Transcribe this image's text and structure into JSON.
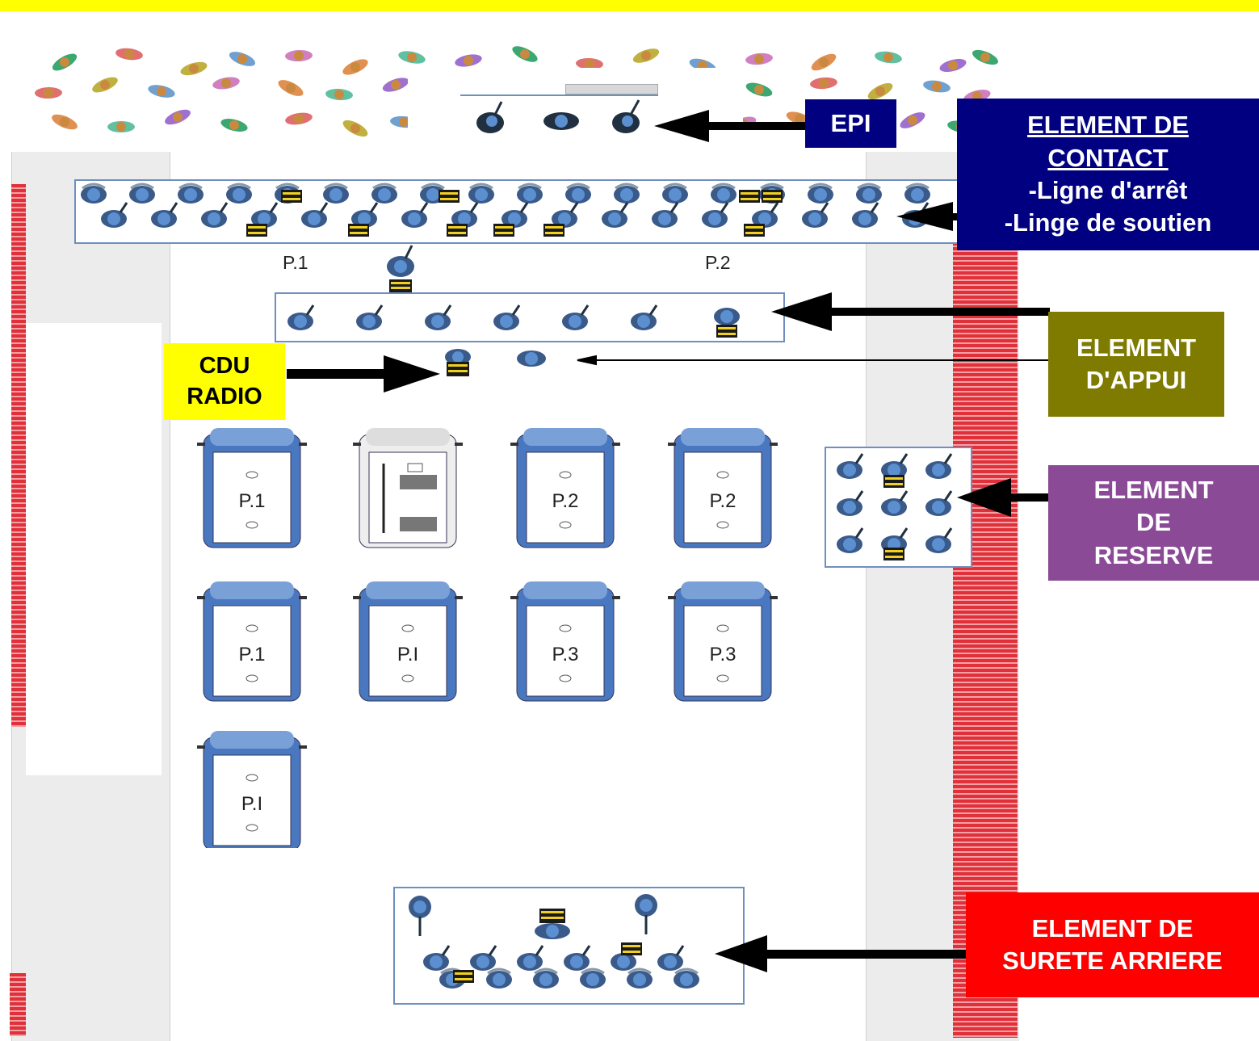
{
  "colors": {
    "top_bar": "#ffff00",
    "barrier": "#e0303a",
    "vehicle_blue": "#4a78c0",
    "navy": "#000080",
    "olive": "#7f7a00",
    "purple": "#8a4a96",
    "red": "#ff0000",
    "yellow": "#ffff00"
  },
  "labels": {
    "epi": "EPI",
    "contact": {
      "title_line1": "ELEMENT DE",
      "title_line2": "CONTACT",
      "line3": "-Ligne d'arrêt",
      "line4": "-Linge de soutien"
    },
    "appui": {
      "line1": "ELEMENT",
      "line2": "D'APPUI"
    },
    "cdu": {
      "line1": "CDU",
      "line2": "RADIO"
    },
    "reserve": {
      "line1": "ELEMENT",
      "line2": "DE",
      "line3": "RESERVE"
    },
    "surete": {
      "line1": "ELEMENT DE",
      "line2": "SURETE ARRIERE"
    }
  },
  "platoon_labels": {
    "left": "P.1",
    "right": "P.2"
  },
  "vehicles": {
    "row1": [
      "P.1",
      "",
      "P.2",
      "P.2"
    ],
    "row2": [
      "P.1",
      "P.I",
      "P.3",
      "P.3"
    ],
    "row3": [
      "P.I"
    ]
  },
  "icons": {
    "officer": "police-officer-icon",
    "shield_officer": "shield-officer-icon",
    "commander": "commander-icon",
    "crowd": "protester-icon",
    "command_vehicle": "command-vehicle-icon"
  }
}
